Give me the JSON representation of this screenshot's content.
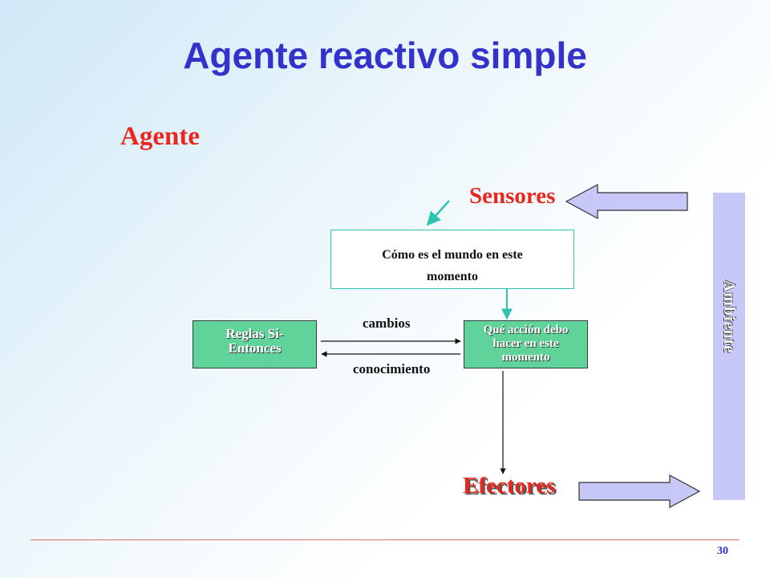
{
  "slide": {
    "title": "Agente reactivo simple",
    "page_number": "30"
  },
  "diagram": {
    "agent_label": "Agente",
    "sensors_label": "Sensores",
    "effectors_label": "Efectores",
    "environment_label": "Ambiente",
    "world_state_box": {
      "line1": "Cómo es el mundo  en este",
      "line2": "momento"
    },
    "rules_box": {
      "line1": "Reglas Si-",
      "line2": "Entonces"
    },
    "action_box": {
      "line1": "Qué acción debo",
      "line2": "hacer en este",
      "line3": "momento"
    },
    "edge_changes": "cambios",
    "edge_knowledge": "conocimiento"
  },
  "colors": {
    "title": "#3333cc",
    "labels": "#e8281e",
    "box_fill": "#5fd39a",
    "world_border": "#2ec4b0",
    "environment_bar": "#c8c8f8",
    "block_arrow_fill": "#c8c8f8"
  }
}
